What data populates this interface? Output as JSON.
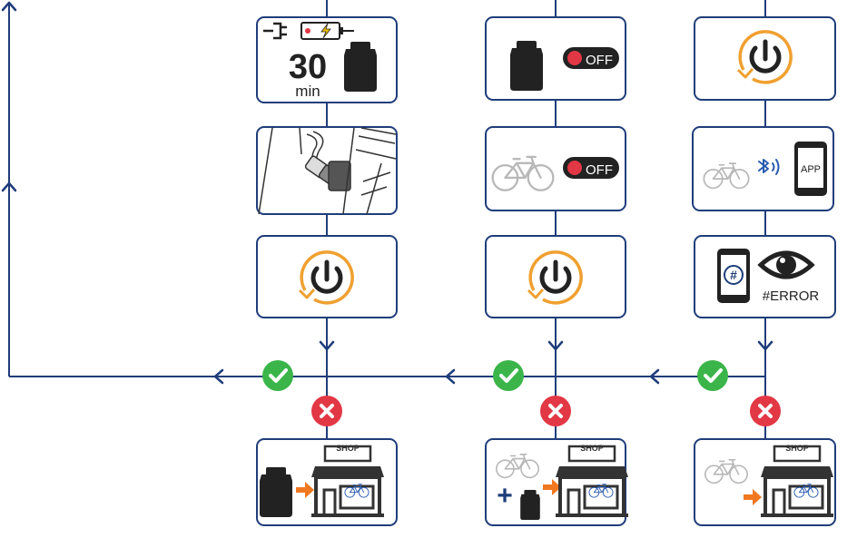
{
  "colors": {
    "navy": "#1f3d7a",
    "orange": "#f0a030",
    "ok_green": "#3bb54a",
    "fail_red": "#e23744",
    "dark": "#222222",
    "gray_bike": "#b8b8b8",
    "bike_blue": "#2a5bb0"
  },
  "icons": {
    "ok": "check-circle-icon",
    "fail": "x-circle-icon",
    "restart": "power-restart-icon",
    "shop": "shop-icon",
    "battery": "battery-icon",
    "bike": "bicycle-icon",
    "bluetooth": "bluetooth-icon",
    "phone": "smartphone-icon",
    "eye": "eye-icon",
    "plug": "plug-icon",
    "lightning": "lightning-icon"
  },
  "col1": {
    "charge_value": "30",
    "charge_unit": "min",
    "shop_sign": "SHOP"
  },
  "col2": {
    "off_label_1": "OFF",
    "off_label_2": "OFF",
    "plus": "+",
    "shop_sign": "SHOP"
  },
  "col3": {
    "app_label": "APP",
    "hash": "#",
    "error_label": "#ERROR",
    "shop_sign": "SHOP"
  }
}
